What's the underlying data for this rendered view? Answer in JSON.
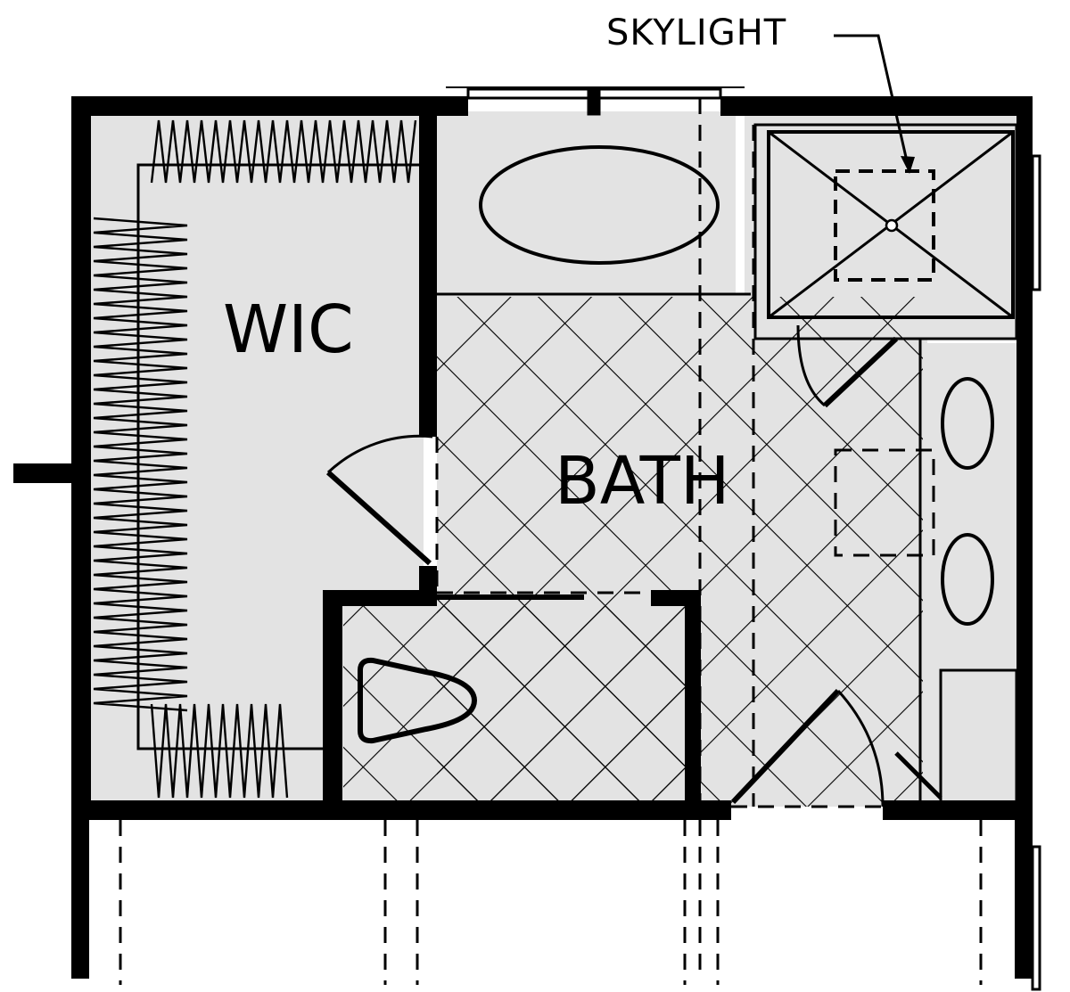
{
  "labels": {
    "skylight": "SKYLIGHT",
    "wic": "WIC",
    "bath": "BATH"
  },
  "colors": {
    "wall": "#000000",
    "floor_fill": "#e3e3e3",
    "tile_line": "#000000",
    "background": "#ffffff"
  }
}
